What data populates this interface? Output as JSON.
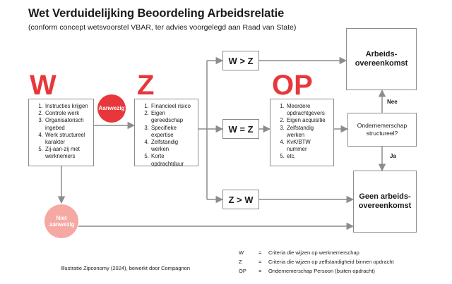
{
  "header": {
    "title": "Wet Verduidelijking Beoordeling Arbeidsrelatie",
    "subtitle": "(conform concept wetsvoorstel VBAR, ter advies voorgelegd aan Raad van State)"
  },
  "columns": {
    "w": {
      "letter": "W",
      "items": [
        "Instructies krijgen",
        "Controle werk",
        "Organisatorisch ingebed",
        "Werk structureel karakter",
        "Zij-aan-zij met werknemers"
      ]
    },
    "z": {
      "letter": "Z",
      "items": [
        "Financieel risico",
        "Eigen gereedschap",
        "Specifieke expertise",
        "Zelfstandig werken",
        "Korte opdrachtduur"
      ]
    },
    "op": {
      "letter": "OP",
      "items": [
        "Meerdere opdrachtgevers",
        "Eigen acquisitie",
        "Zelfstandig werken",
        "KvK/BTW nummer",
        "etc."
      ]
    }
  },
  "circles": {
    "present": "Aanwezig",
    "absent": "Niet aanwezig"
  },
  "comparisons": {
    "w_gt_z": "W > Z",
    "w_eq_z": "W = Z",
    "z_gt_w": "Z > W"
  },
  "outcomes": {
    "employment": "Arbeids-overeenkomst",
    "no_employment": "Geen arbeids-overeenkomst"
  },
  "question": {
    "text": "Ondernemerschap structureel?",
    "no": "Nee",
    "yes": "Ja"
  },
  "legend": [
    {
      "key": "W",
      "eq": "=",
      "text": "Criteria die wijzen op werknemerschap"
    },
    {
      "key": "Z",
      "eq": "=",
      "text": "Criteria die wijzen op zelfstandigheid binnen opdracht"
    },
    {
      "key": "OP",
      "eq": "=",
      "text": "Ondernemerschap Persoon (buiten opdracht)"
    }
  ],
  "credit": "Illustratie Zipconomy (2024), bewerkt door Compagnon",
  "colors": {
    "accent_red": "#e8373a",
    "light_red": "#f6a9a2",
    "line_gray": "#8c8c8c"
  }
}
